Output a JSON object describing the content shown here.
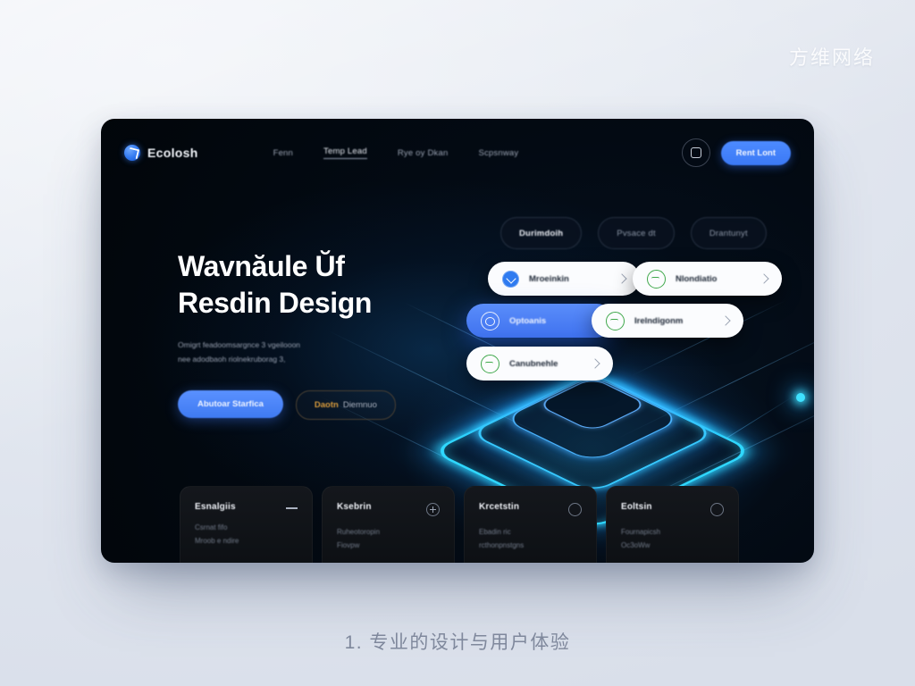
{
  "caption": "1. 专业的设计与用户体验",
  "watermark": "方维网络",
  "site": {
    "brand": {
      "name": "Ecolosh",
      "mark_icon": "brand-logo-icon",
      "accent": "#3b79f5"
    },
    "nav": {
      "links": [
        {
          "label": "Fenn",
          "active": false
        },
        {
          "label": "Temp Lead",
          "active": true
        },
        {
          "label": "Rye oy Dkan",
          "active": false
        },
        {
          "label": "Scpsnway",
          "active": false
        }
      ],
      "icon_button": {
        "icon": "square-rounded-icon"
      },
      "cta": {
        "label": "Rent Lont"
      }
    },
    "hero": {
      "title_line1": "Wavnăule Ŭf",
      "title_line2": "Resdin Design",
      "body_line1": "Omigrt feadoomsargnce 3 vgeilooon",
      "body_line2": "nee adodbaoh riolnekruborag 3,",
      "primary_button": "Abutoar Starfica",
      "ghost_button_lead": "Daotn",
      "ghost_button_rest": "Diemnuo"
    },
    "tabs": [
      {
        "label": "Durimdoih",
        "active": true
      },
      {
        "label": "Pvsace dt",
        "active": false
      },
      {
        "label": "Drantunyt",
        "active": false
      }
    ],
    "cards": [
      {
        "label": "Mroeinkin",
        "icon": "user-avatar-icon",
        "style": "white-blue"
      },
      {
        "label": "Nlondiatio",
        "icon": "leaf-circle-icon",
        "style": "white-green"
      },
      {
        "label": "Optoanis",
        "icon": "face-circle-icon",
        "style": "blue"
      },
      {
        "label": "Irelndigonm",
        "icon": "leaf-circle-icon",
        "style": "white-green"
      },
      {
        "label": "Canubnehle",
        "icon": "leaf-circle-icon",
        "style": "white-green"
      }
    ],
    "features": [
      {
        "title": "Esnalgiis",
        "line1": "Csrnat fifo",
        "line2": "Mroob e ndire",
        "marker": "minus-icon"
      },
      {
        "title": "Ksebrin",
        "line1": "Ruheotoropin",
        "line2": "Fiovpw",
        "marker": "plus-circle-icon"
      },
      {
        "title": "Krcetstin",
        "line1": "Ebadin ric",
        "line2": "rcthonpnstgns",
        "marker": "circle-icon"
      },
      {
        "title": "Eoltsin",
        "line1": "Fournapicsh",
        "line2": "Oc3oWw",
        "marker": "circle-icon"
      }
    ]
  }
}
